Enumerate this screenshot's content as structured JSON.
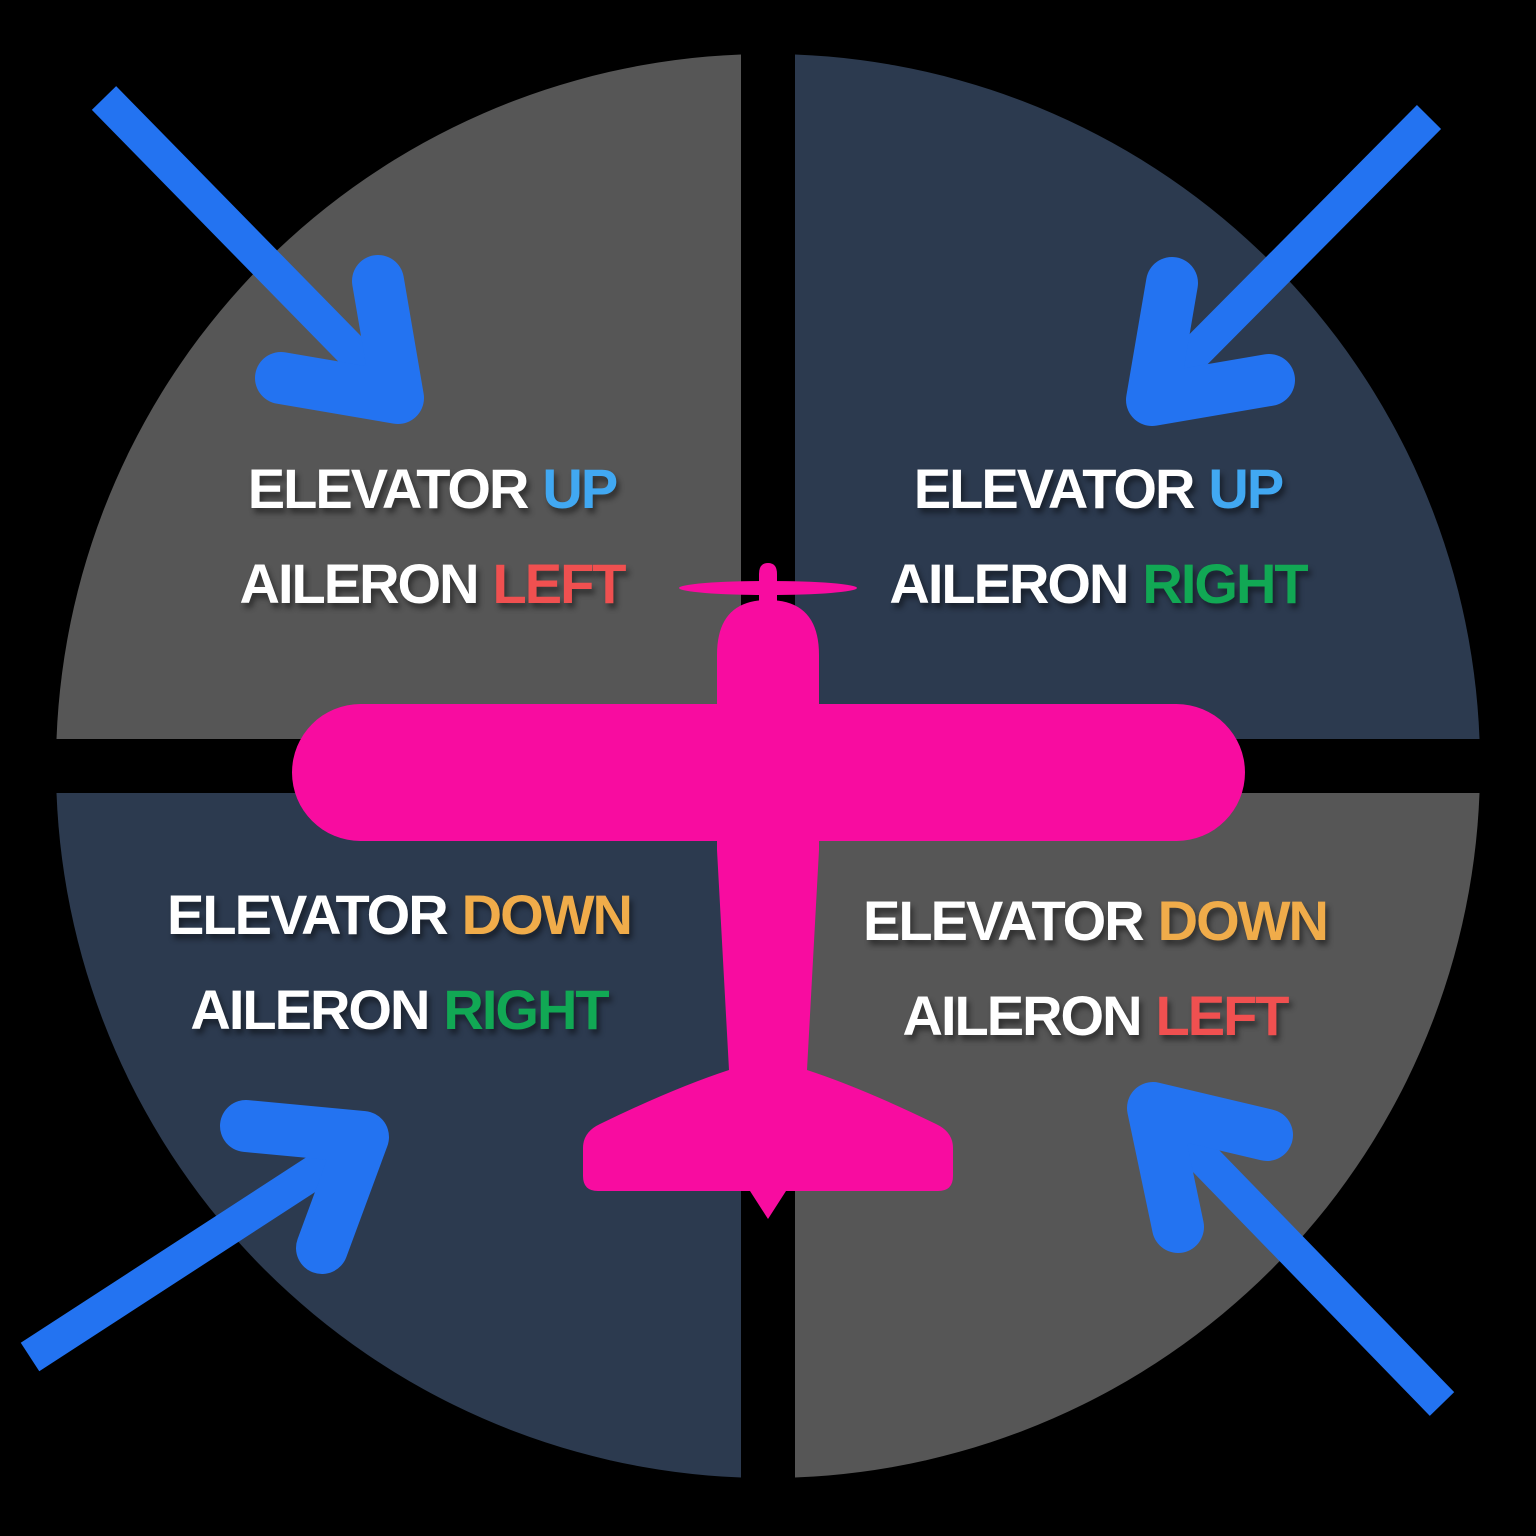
{
  "diagram": {
    "description": "Aircraft control-stick quadrant diagram: stick position vs elevator and aileron deflection, with top-view airplane",
    "colors": {
      "background": "#000000",
      "quadrant_gray": "#565656",
      "quadrant_navy": "#2C3A4F",
      "arrow_blue": "#2373F1",
      "plane_pink": "#F80CA0",
      "text_white": "#FFFFFF",
      "up_blue": "#41A8F2",
      "down_orange": "#F0AC4A",
      "left_red": "#F05050",
      "right_green": "#11A854"
    },
    "quadrants": [
      {
        "position": "top-left",
        "background": "gray",
        "lines": [
          {
            "white": "ELEVATOR",
            "colored": "UP",
            "color": "#41A8F2"
          },
          {
            "white": "AILERON",
            "colored": "LEFT",
            "color": "#F05050"
          }
        ]
      },
      {
        "position": "top-right",
        "background": "navy",
        "lines": [
          {
            "white": "ELEVATOR",
            "colored": "UP",
            "color": "#41A8F2"
          },
          {
            "white": "AILERON",
            "colored": "RIGHT",
            "color": "#11A854"
          }
        ]
      },
      {
        "position": "bottom-left",
        "background": "navy",
        "lines": [
          {
            "white": "ELEVATOR",
            "colored": "DOWN",
            "color": "#F0AC4A"
          },
          {
            "white": "AILERON",
            "colored": "RIGHT",
            "color": "#11A854"
          }
        ]
      },
      {
        "position": "bottom-right",
        "background": "gray",
        "lines": [
          {
            "white": "ELEVATOR",
            "colored": "DOWN",
            "color": "#F0AC4A"
          },
          {
            "white": "AILERON",
            "colored": "LEFT",
            "color": "#F05050"
          }
        ]
      }
    ],
    "arrows": [
      {
        "position": "top-left",
        "direction": "pointing-down-right-toward-center"
      },
      {
        "position": "top-right",
        "direction": "pointing-down-left-toward-center"
      },
      {
        "position": "bottom-left",
        "direction": "pointing-up-right-toward-center"
      },
      {
        "position": "bottom-right",
        "direction": "pointing-up-left-toward-center"
      }
    ]
  }
}
